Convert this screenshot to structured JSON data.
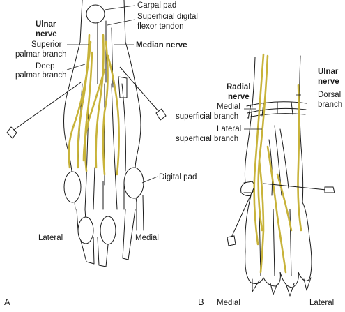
{
  "colors": {
    "nerve": "#c8b33a",
    "outline": "#1a1a1a",
    "background": "#ffffff"
  },
  "panel_a": {
    "letter": "A",
    "labels": {
      "carpal_pad": "Carpal pad",
      "superficial_digital_flexor_tendon_line1": "Superficial digital",
      "superficial_digital_flexor_tendon_line2": "flexor tendon",
      "ulnar_nerve_line1": "Ulnar",
      "ulnar_nerve_line2": "nerve",
      "superior_palmar_branch_line1": "Superior",
      "superior_palmar_branch_line2": "palmar branch",
      "median_nerve": "Median nerve",
      "deep_palmar_branch_line1": "Deep",
      "deep_palmar_branch_line2": "palmar branch",
      "digital_pad": "Digital pad",
      "lateral": "Lateral",
      "medial": "Medial"
    }
  },
  "panel_b": {
    "letter": "B",
    "labels": {
      "radial_nerve_line1": "Radial",
      "radial_nerve_line2": "nerve",
      "medial_superficial_branch_line1": "Medial",
      "medial_superficial_branch_line2": "superficial branch",
      "lateral_superficial_branch_line1": "Lateral",
      "lateral_superficial_branch_line2": "superficial branch",
      "ulnar_nerve_line1": "Ulnar",
      "ulnar_nerve_line2": "nerve",
      "dorsal_branch_line1": "Dorsal",
      "dorsal_branch_line2": "branch",
      "medial": "Medial",
      "lateral": "Lateral"
    }
  }
}
